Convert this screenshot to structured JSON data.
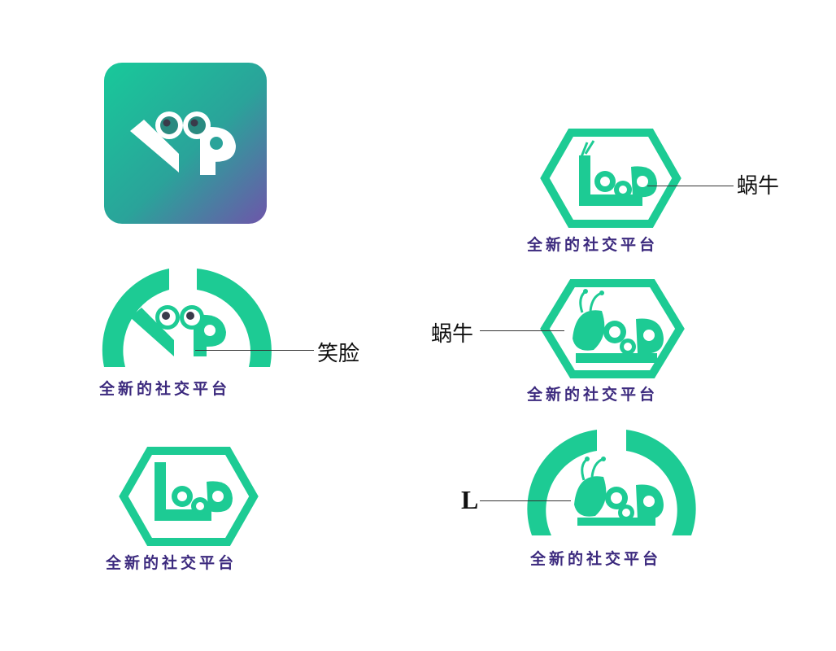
{
  "colors": {
    "brand": "#1dcb94",
    "tagline": "#3c2a7e",
    "gradient_start": "#18c99a",
    "gradient_end": "#6b56a8",
    "eye_ring": "#2a8a80",
    "pupil": "#3a3a4a"
  },
  "app_icon": {
    "logo_text": "loop",
    "icon": "smiley-loop-icon"
  },
  "tagline": "全新的社交平台",
  "callouts": {
    "snail_top": "蜗牛",
    "smile": "笑脸",
    "snail_mid": "蜗牛",
    "letter_l": "L"
  },
  "logos": [
    {
      "id": "smile-arc",
      "shape": "arch",
      "mascot": "smiley-face-icon"
    },
    {
      "id": "plain-hexagon",
      "shape": "hexagon",
      "mascot": "loop-wordmark-icon"
    },
    {
      "id": "snail-hexagon-small",
      "shape": "hexagon",
      "mascot": "snail-icon"
    },
    {
      "id": "snail-hexagon-large",
      "shape": "hexagon",
      "mascot": "snail-icon"
    },
    {
      "id": "snail-arc",
      "shape": "arch",
      "mascot": "snail-icon"
    }
  ]
}
